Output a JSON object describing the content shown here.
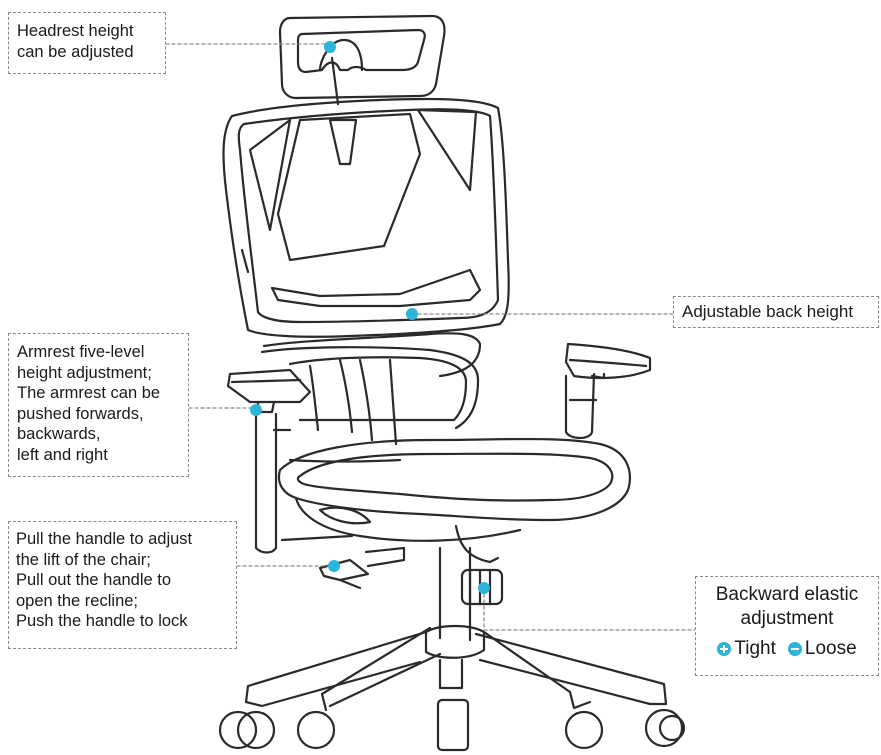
{
  "callouts": {
    "headrest": {
      "lines": [
        "Headrest height",
        "can be adjusted"
      ]
    },
    "back": {
      "lines": [
        "Adjustable back height"
      ]
    },
    "armrest": {
      "lines": [
        "Armrest five-level",
        "height adjustment;",
        "The armrest can be",
        "pushed forwards,",
        "backwards,",
        "left and right"
      ]
    },
    "handle": {
      "lines": [
        "Pull the handle to adjust",
        "the lift of the chair;",
        "Pull out the handle to",
        "open the recline;",
        "Push the handle to lock"
      ]
    },
    "elastic": {
      "lines": [
        "Backward elastic",
        "adjustment"
      ],
      "tight_label": "Tight",
      "loose_label": "Loose",
      "tight_icon": "plus-circle-icon",
      "loose_icon": "minus-circle-icon"
    }
  },
  "colors": {
    "marker": "#2bb5d8",
    "line_art": "#2a2a2a",
    "leader": "#8a8a8a"
  }
}
